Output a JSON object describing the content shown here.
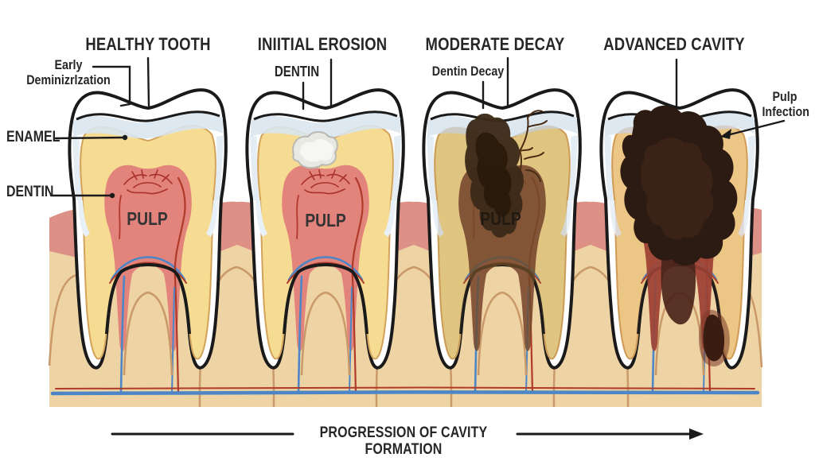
{
  "diagram_title": "PROGRESSION OF CAVITY FORMATION",
  "stages": [
    {
      "title": "HEALTHY TOOTH",
      "annotation": "Early Deminizrlzation",
      "pulp_label": "PULP"
    },
    {
      "title": "INIITIAL EROSION",
      "annotation": "DENTIN",
      "pulp_label": "PULP"
    },
    {
      "title": "MODERATE DECAY",
      "annotation": "Dentin Decay",
      "pulp_label": "PULP"
    },
    {
      "title": "ADVANCED CAVITY",
      "annotation": "Pulp Infection",
      "pulp_label": ""
    }
  ],
  "anatomy_labels": {
    "enamel": "ENAMEL",
    "dentin": "DENTIN"
  },
  "footer": {
    "caption": "PROGRESSION OF CAVITY FORMATION"
  },
  "colors": {
    "outline": "#1a1a1a",
    "enamel_shade": "#d9e6ef",
    "dentin": "#f6dc92",
    "dentin_edge": "#d3a35c",
    "pulp": "#e2837c",
    "gum": "#dd9186",
    "bone": "#eed3a4",
    "bone_line": "#c9996a",
    "erosion_spot": "#e9e9e4",
    "decay": "#3c2a18",
    "cavity": "#2c1b12",
    "abscess": "#3a1c10",
    "vessel_red": "#b03a2a",
    "vessel_blue": "#4d86c6"
  }
}
